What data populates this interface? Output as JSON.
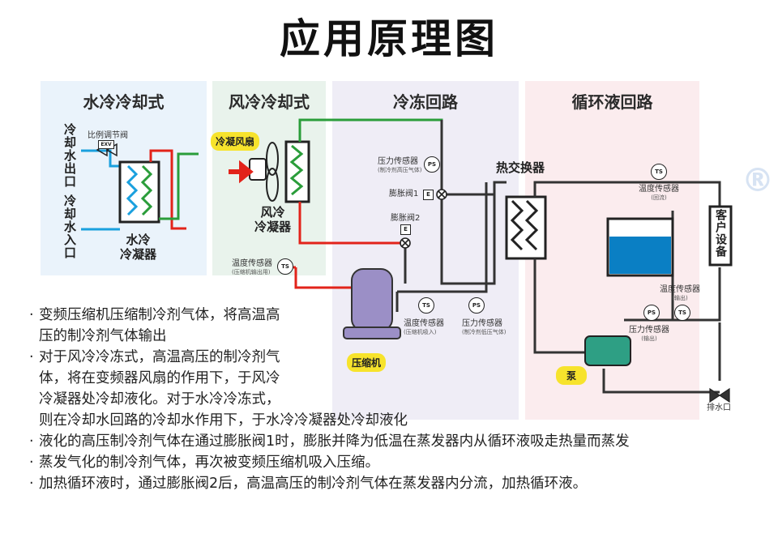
{
  "title": "应用原理图",
  "panels": {
    "water": "水冷冷却式",
    "air": "风冷冷却式",
    "refrigeration": "冷冻回路",
    "circulation": "循环液回路"
  },
  "colors": {
    "water_bg": "#eaf3fb",
    "air_bg": "#e9f3ec",
    "refrig_bg": "#efedf6",
    "circ_bg": "#fbecee",
    "hot_line": "#e2231a",
    "cool_line": "#2a9d3a",
    "water_line": "#1aa0de",
    "pipe": "#333333",
    "compressor": "#9b8fc6",
    "pump": "#2e9f84",
    "badge": "#f7e32c",
    "tank_water": "#0a7fc4"
  },
  "labels": {
    "cooling_water_out": "冷却水出口",
    "cooling_water_in": "冷却水入口",
    "prop_valve": "比例调节阀",
    "exv": "EXV",
    "water_condenser": "水冷\n冷凝器",
    "air_fan": "冷凝风扇",
    "air_condenser": "风冷\n冷凝器",
    "temp_sensor": "温度传感器",
    "temp_sensor_comp_out": "(压缩机输出用)",
    "pressure_sensor_high": "压力传感器",
    "pressure_sensor_high_sub": "(制冷剂高压气体)",
    "exp_valve1": "膨胀阀1",
    "exp_valve2": "膨胀阀2",
    "e": "E",
    "ps": "PS",
    "ts": "TS",
    "compressor": "压缩机",
    "temp_sensor_comp_in": "温度传感器",
    "temp_sensor_comp_in_sub": "(压缩机吸入)",
    "pressure_sensor_low": "压力传感器",
    "pressure_sensor_low_sub": "(制冷剂低压气体)",
    "heat_exchanger": "热交换器",
    "temp_sensor_return": "温度传感器",
    "temp_sensor_return_sub": "(回流)",
    "temp_sensor_output": "温度传感器",
    "temp_sensor_output_sub": "(输出)",
    "pressure_sensor_output": "压力传感器",
    "pressure_sensor_output_sub": "(输出)",
    "pump": "泵",
    "customer": "客户设备",
    "drain": "排水口",
    "registered": "®"
  },
  "description": {
    "p1a": "变频压缩机压缩制冷剂气体，将高温高",
    "p1b": "压的制冷剂气体输出",
    "p2a": "对于风冷冷冻式，高温高压的制冷剂气",
    "p2b": "体，将在变频器风扇的作用下，于风冷",
    "p2c": "冷凝器处冷却液化。对于水冷冷冻式，",
    "p2d": "则在冷却水回路的冷却水作用下，于水冷冷凝器处冷却液化",
    "p3": "液化的高压制冷剂气体在通过膨胀阀1时，膨胀并降为低温在蒸发器内从循环液吸走热量而蒸发",
    "p4": "蒸发气化的制冷剂气体，再次被变频压缩机吸入压缩。",
    "p5": "加热循环液时，通过膨胀阀2后，高温高压的制冷剂气体在蒸发器内分流，加热循环液。",
    "bullet": "·"
  }
}
